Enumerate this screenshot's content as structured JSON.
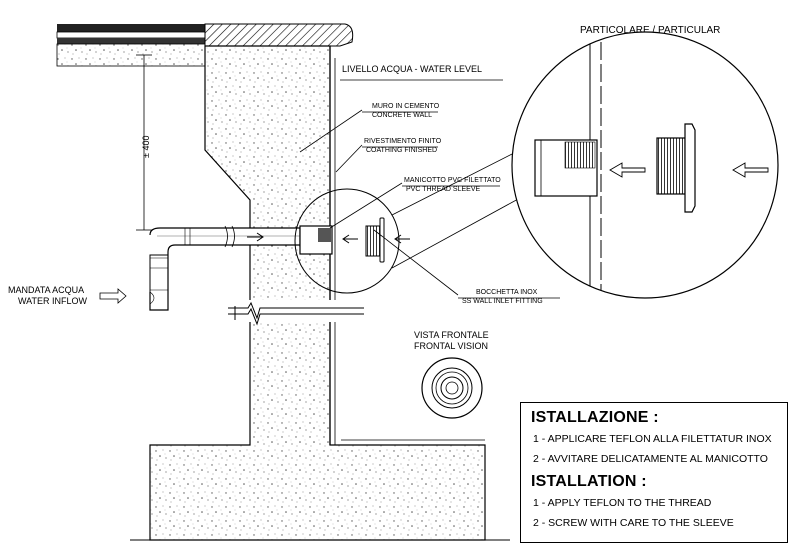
{
  "labels": {
    "particular_title": "PARTICOLARE / PARTICULAR",
    "water_level": "LIVELLO ACQUA - WATER LEVEL",
    "dimension": "± 400",
    "concrete_wall_it": "MURO IN CEMENTO",
    "concrete_wall_en": "CONCRETE WALL",
    "coating_it": "RIVESTIMENTO FINITO",
    "coating_en": "COATHING FINISHED",
    "sleeve_it": "MANICOTTO PVC FILETTATO",
    "sleeve_en": "PVC THREAD SLEEVE",
    "inlet_it": "BOCCHETTA INOX",
    "inlet_en": "SS WALL INLET FITTING",
    "water_inflow_it": "MANDATA ACQUA",
    "water_inflow_en": "WATER INFLOW",
    "front_view_it": "VISTA FRONTALE",
    "front_view_en": "FRONTAL VISION"
  },
  "installation": {
    "title_it": "ISTALLAZIONE :",
    "steps_it": [
      "1 - APPLICARE TEFLON ALLA FILETTATUR INOX",
      "2 - AVVITARE DELICATAMENTE AL MANICOTTO"
    ],
    "title_en": "ISTALLATION :",
    "steps_en": [
      "1 - APPLY TEFLON TO THE THREAD",
      "2 - SCREW WITH CARE TO THE SLEEVE"
    ]
  },
  "icons": [
    "concrete-wall-section",
    "pipe-icon",
    "flow-arrow-icon",
    "wall-inlet-fitting-icon",
    "detail-circle"
  ]
}
